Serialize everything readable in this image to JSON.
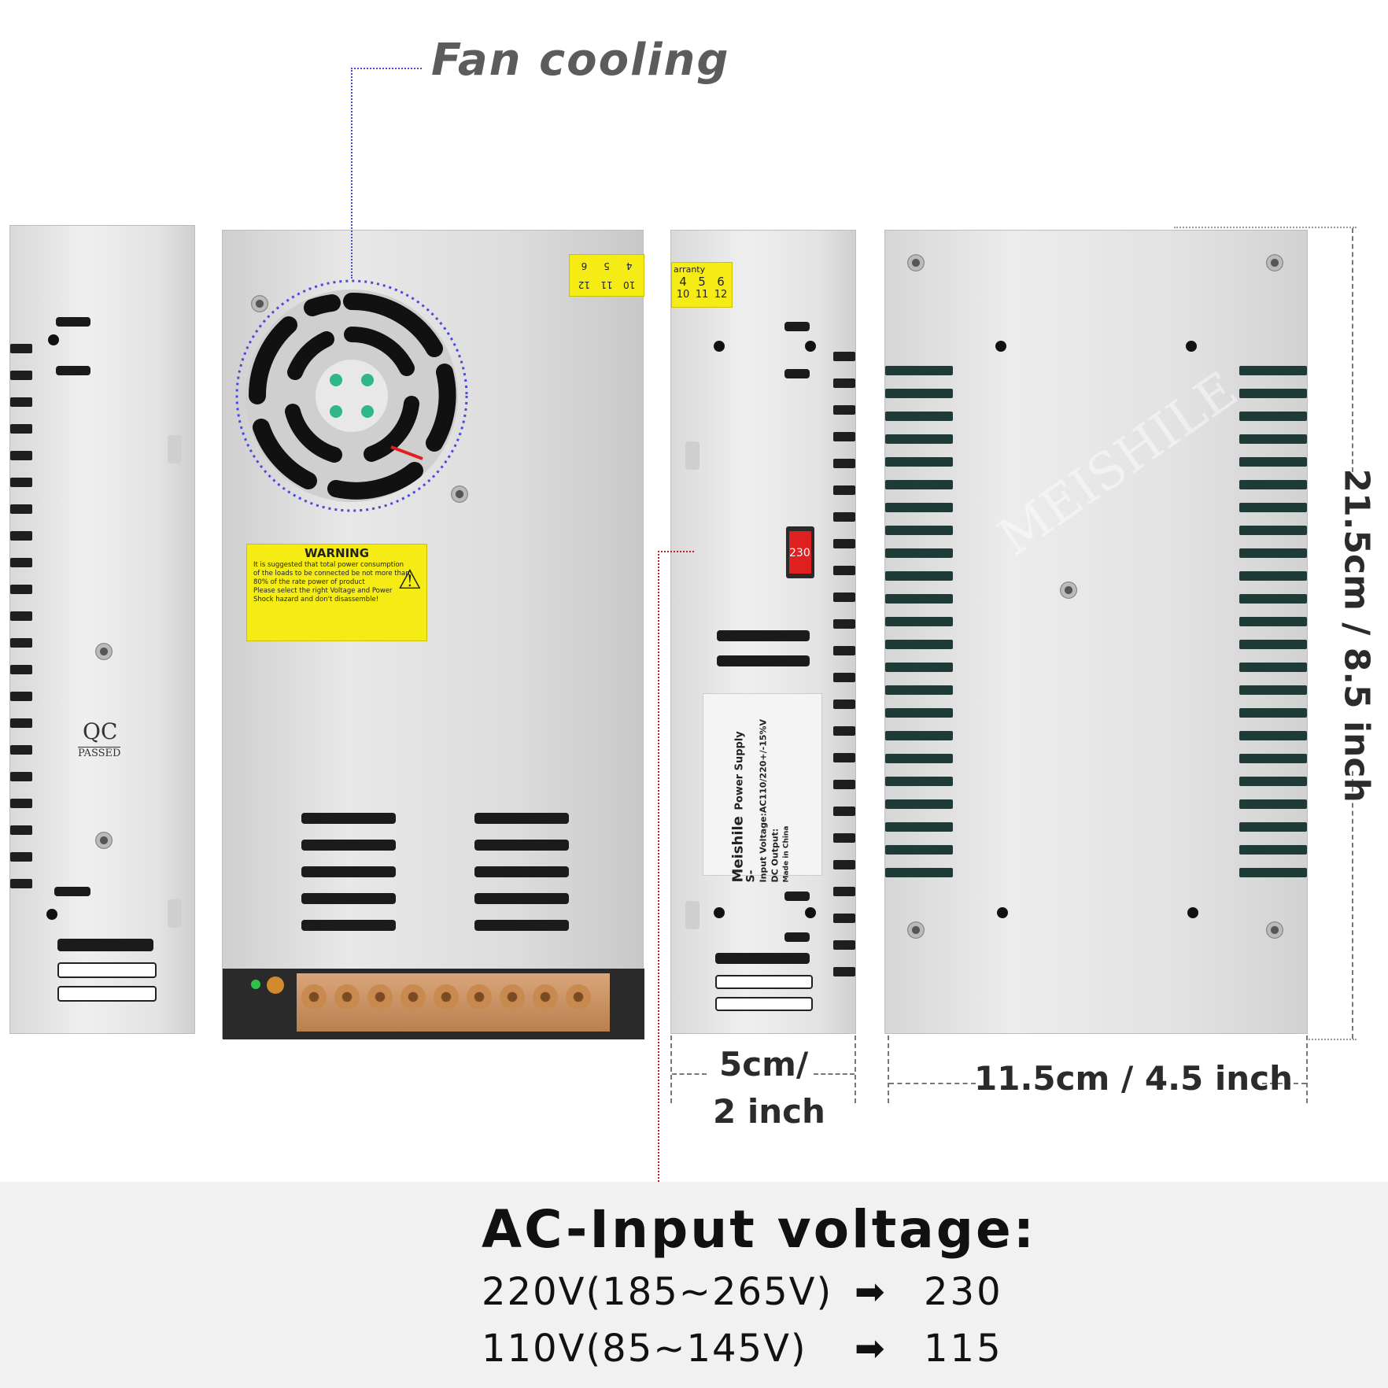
{
  "callouts": {
    "fan_cooling": "Fan cooling"
  },
  "dimensions": {
    "height": "21.5cm / 8.5 inch",
    "width": "11.5cm / 4.5 inch",
    "depth_line1": "5cm/",
    "depth_line2": "2 inch"
  },
  "product_labels": {
    "qc": "QC",
    "passed": "PASSED",
    "warning": "WARNING",
    "warning_lines": [
      "It is suggested that total power consumption",
      "of the loads to be connected be not more than",
      "80% of the rate power of product",
      "Please select the right Voltage and Power",
      "Shock hazard and don't disassemble!"
    ],
    "switch_value": "230",
    "brand": "Meishile",
    "type": "Power Supply",
    "model_prefix": "S-",
    "input_voltage": "Input Voltage:AC110/220+/-15%V",
    "dc_output": "DC Output:",
    "made_in": "Made in China",
    "warranty": "arranty",
    "warranty_numbers_a": [
      "4",
      "5",
      "6"
    ],
    "warranty_numbers_b": [
      "10",
      "11",
      "12"
    ],
    "watermark": "MEISHILE"
  },
  "voltage_info": {
    "title": "AC-Input voltage:",
    "rows": [
      {
        "range": "220V(185~265V)",
        "setting": "230"
      },
      {
        "range": "110V(85~145V)",
        "setting": "115"
      }
    ],
    "arrow": "➡"
  },
  "colors": {
    "fan_outline": "#4a4adf",
    "warning_yellow": "#f5ec16",
    "grille_green": "#1e3b38",
    "switch_red": "#e02020"
  }
}
